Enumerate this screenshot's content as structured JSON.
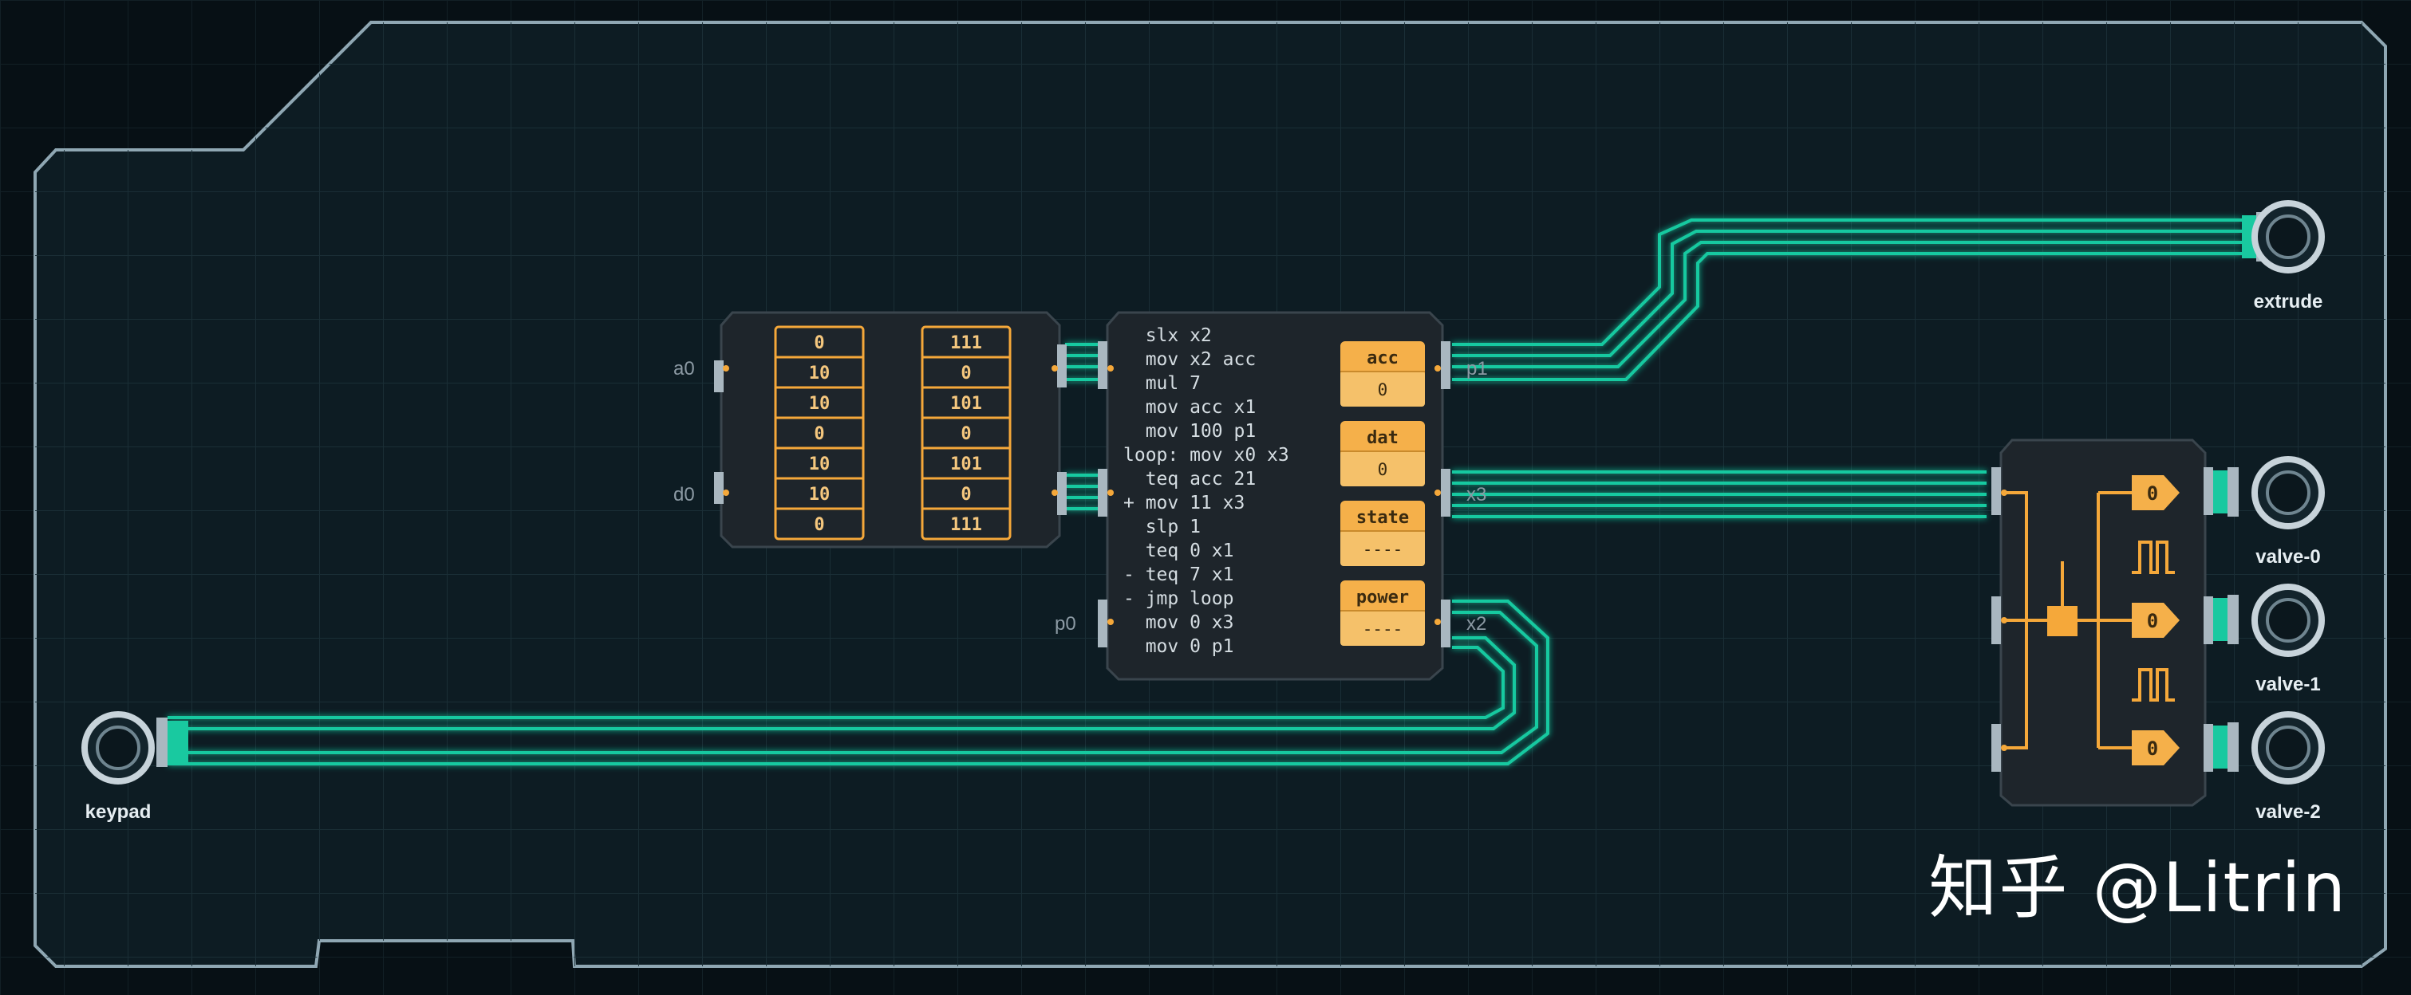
{
  "pins": {
    "a0": "a0",
    "d0": "d0",
    "p0": "p0",
    "p1": "p1",
    "x3": "x3",
    "x2": "x2"
  },
  "memory": {
    "left_column": [
      "0",
      "10",
      "10",
      "0",
      "10",
      "10",
      "0"
    ],
    "right_column": [
      "111",
      "0",
      "101",
      "0",
      "101",
      "0",
      "111"
    ]
  },
  "mc_program": [
    "  slx x2",
    "  mov x2 acc",
    "  mul 7",
    "  mov acc x1",
    "  mov 100 p1",
    "loop: mov x0 x3",
    "  teq acc 21",
    "+ mov 11 x3",
    "  slp 1",
    "  teq 0 x1",
    "- teq 7 x1",
    "- jmp loop",
    "  mov 0 x3",
    "  mov 0 p1"
  ],
  "registers": [
    {
      "name": "acc",
      "value": "0"
    },
    {
      "name": "dat",
      "value": "0"
    },
    {
      "name": "state",
      "value": "----"
    },
    {
      "name": "power",
      "value": "----"
    }
  ],
  "demux_outputs": [
    "0",
    "0",
    "0"
  ],
  "ports": {
    "extrude": "extrude",
    "valve0": "valve-0",
    "valve1": "valve-1",
    "valve2": "valve-2",
    "keypad": "keypad"
  },
  "watermark": "知乎 @Litrin",
  "colors": {
    "wire": "#19c9a0",
    "accent": "#f5a83a",
    "board_edge": "#8fa7b3",
    "board_fill": "#0f1f27",
    "chip_fill": "#1e252b"
  }
}
